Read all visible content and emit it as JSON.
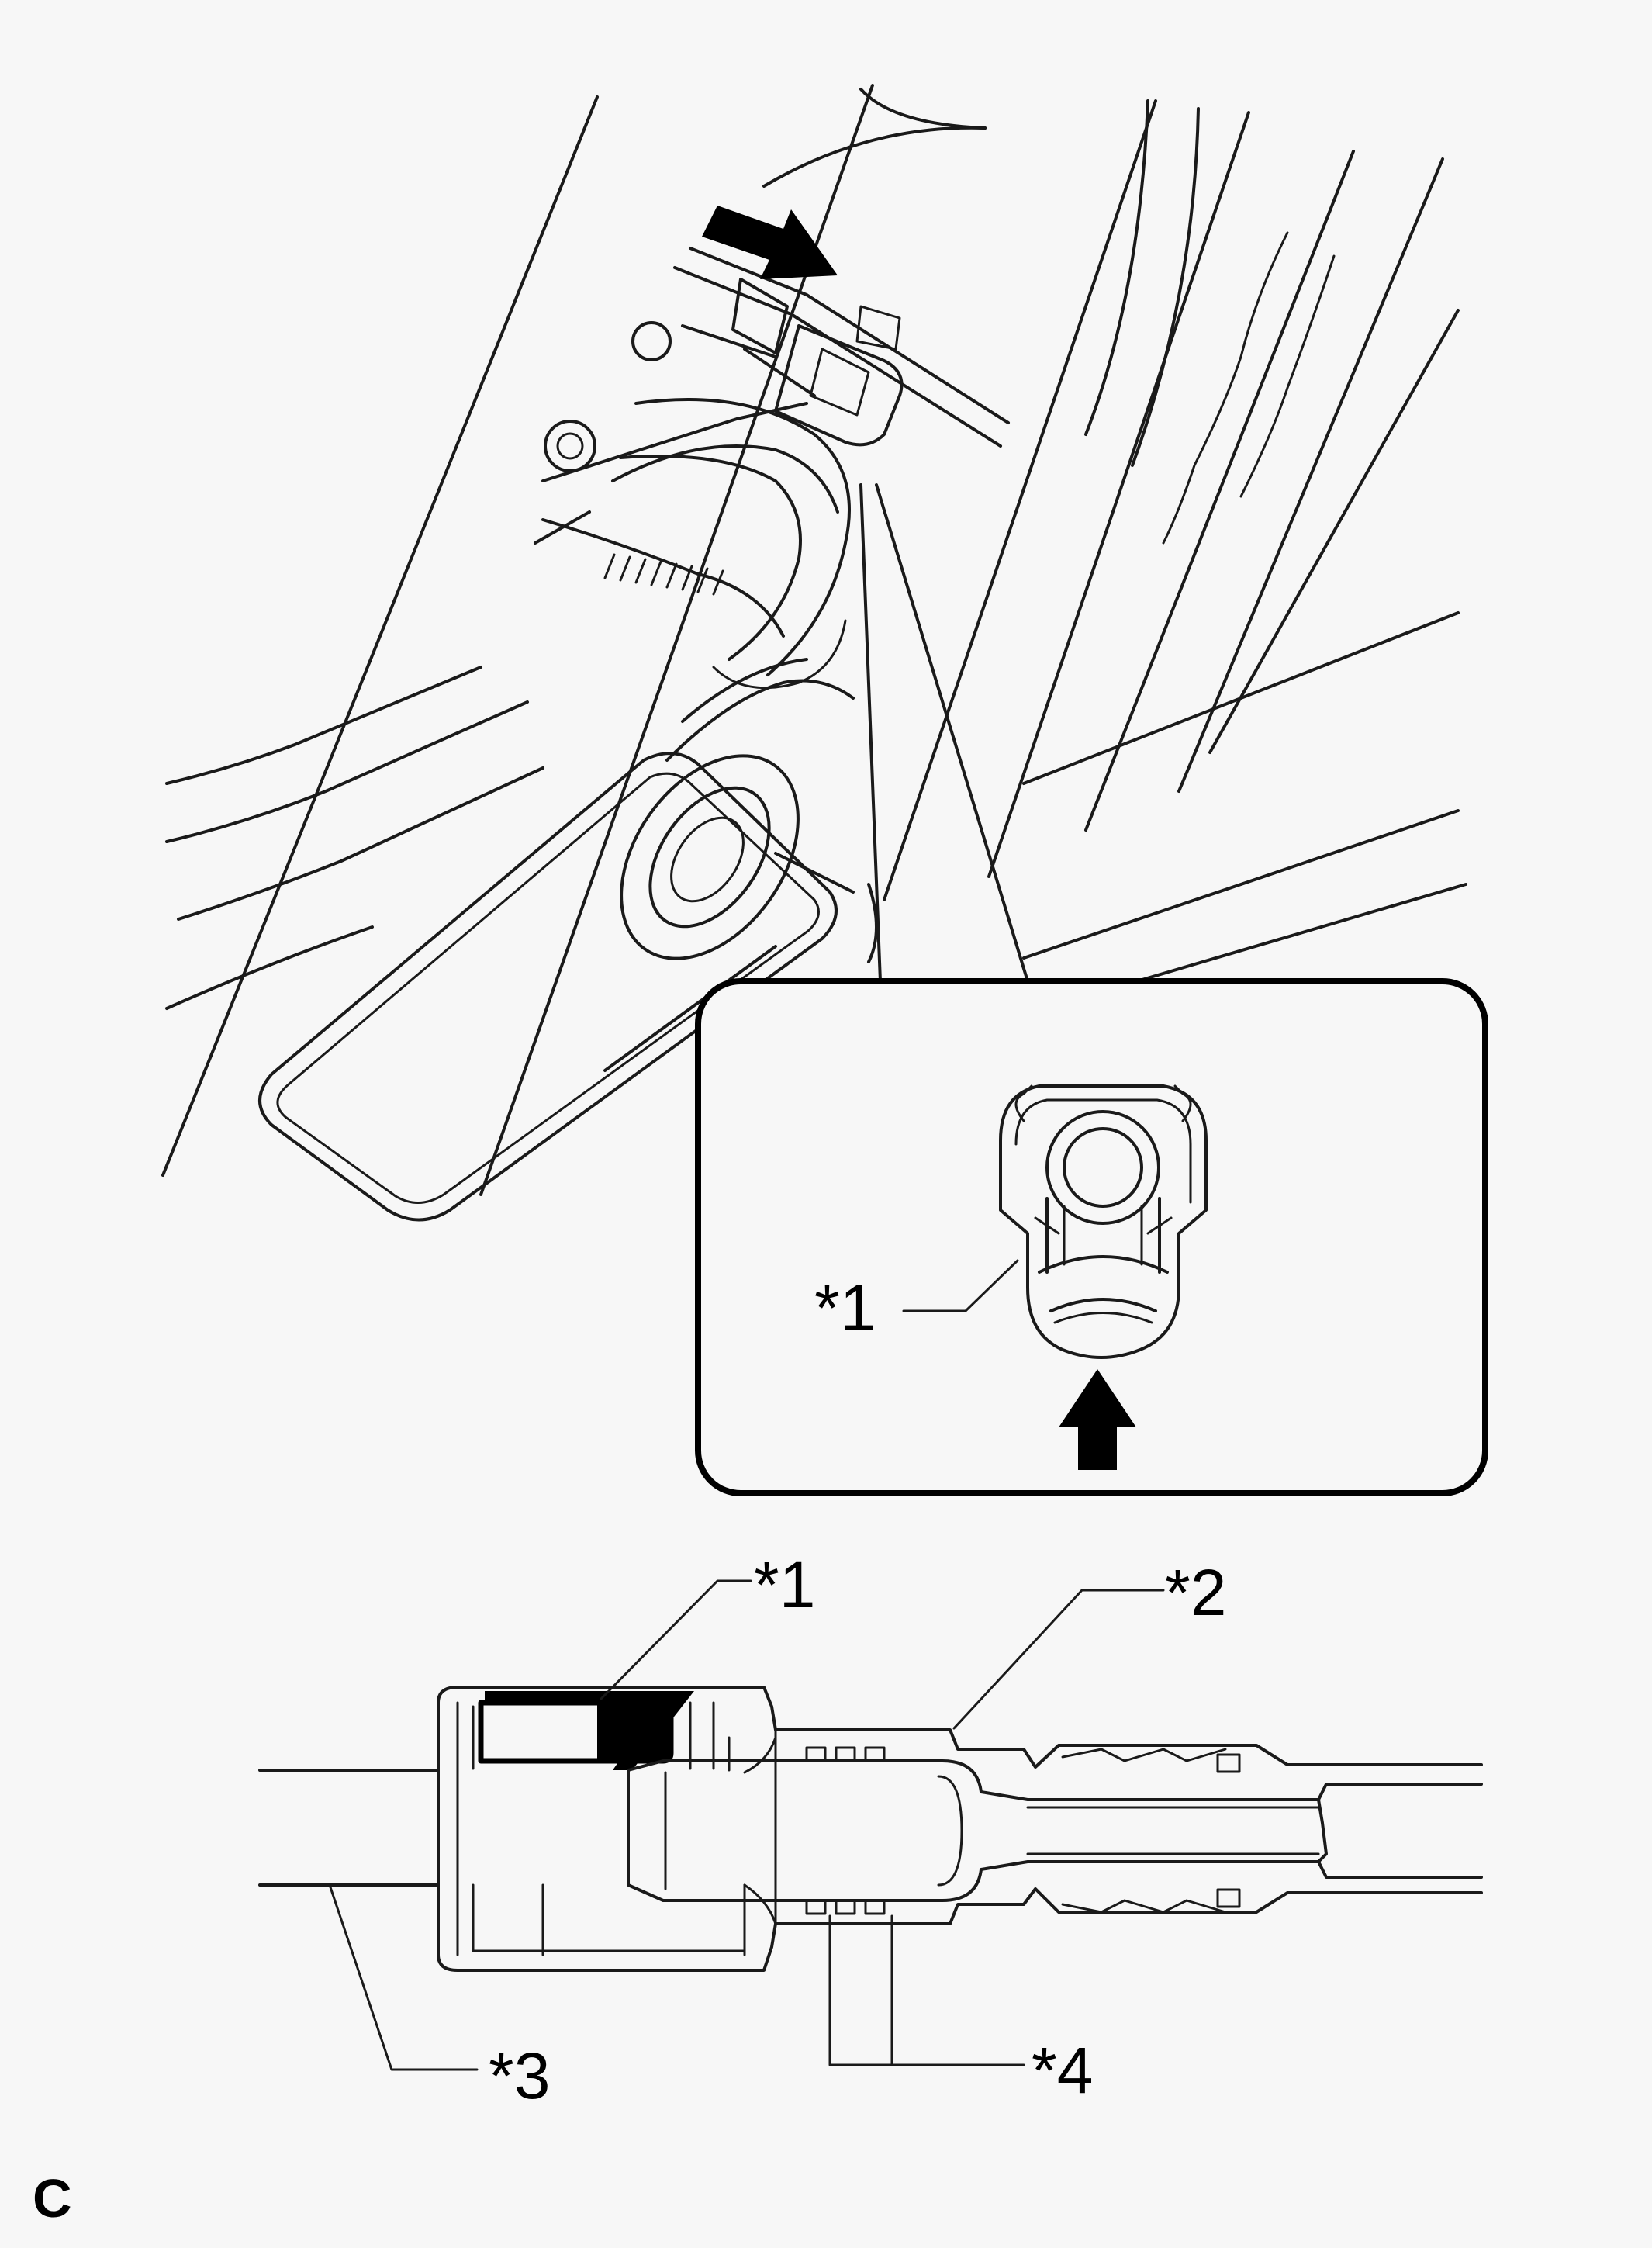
{
  "callouts": {
    "inset_clip": "*1",
    "section_clip": "*1",
    "section_pipe": "*2",
    "section_tube": "*3",
    "section_rings": "*4"
  },
  "figure_code": "C",
  "colors": {
    "line": "#1a1a1a",
    "background": "#f7f7f7",
    "fill": "#000000"
  },
  "icons": [
    "push-arrow-icon",
    "up-arrow-icon"
  ]
}
